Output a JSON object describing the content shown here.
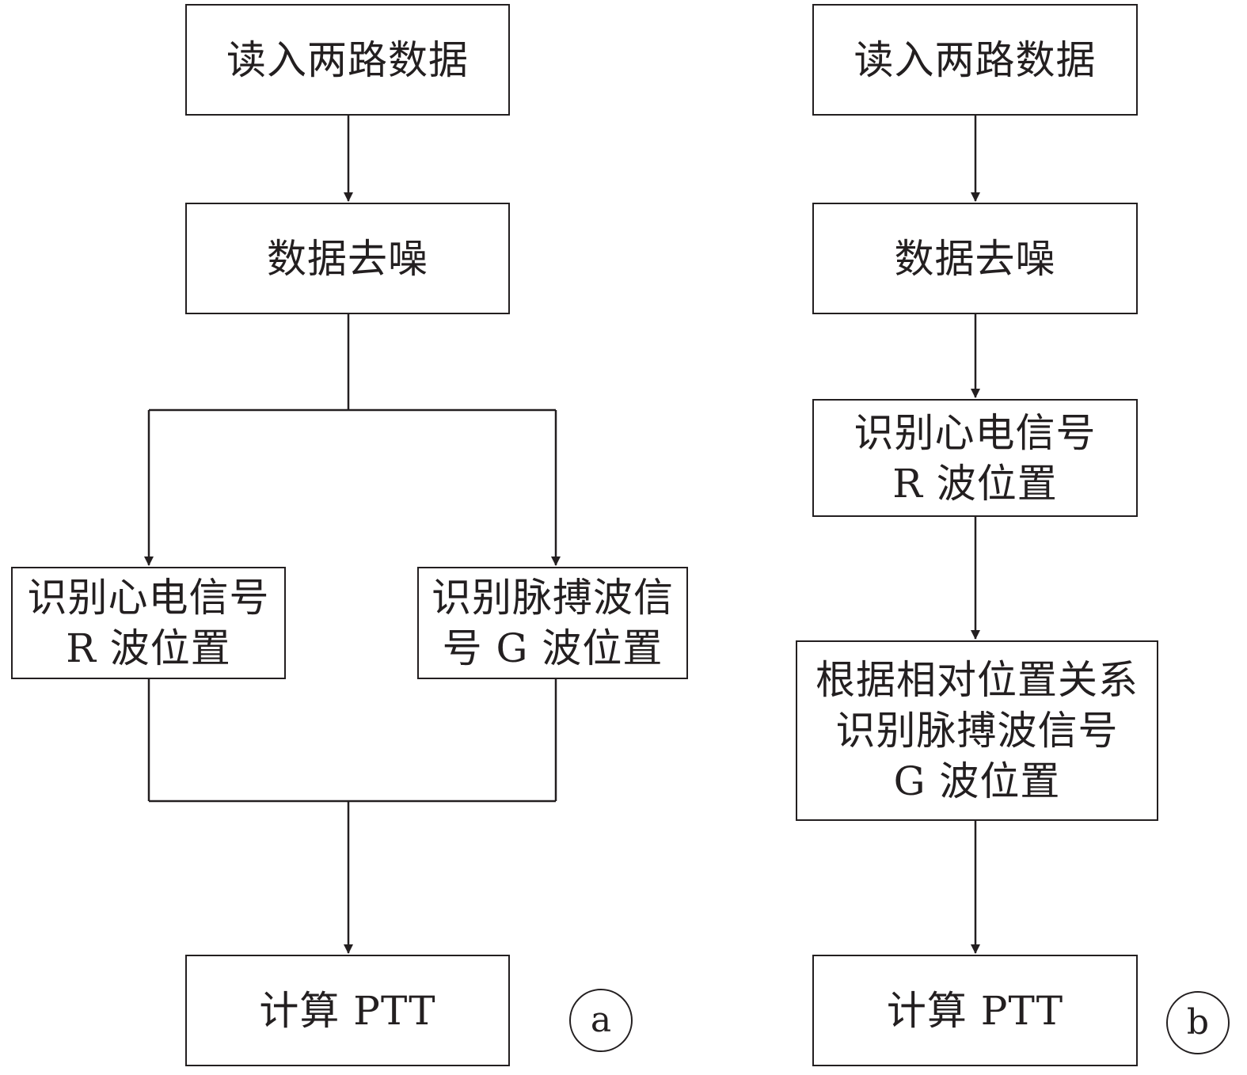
{
  "colors": {
    "stroke": "#231f20",
    "background": "#ffffff"
  },
  "panel_a": {
    "read": "读入两路数据",
    "denoise": "数据去噪",
    "ecg_r": "识别心电信号\nR 波位置",
    "pulse_g": "识别脉搏波信\n号 G 波位置",
    "ptt": "计算 PTT",
    "label": "a"
  },
  "panel_b": {
    "read": "读入两路数据",
    "denoise": "数据去噪",
    "ecg_r": "识别心电信号\nR 波位置",
    "pulse_g": "根据相对位置关系\n识别脉搏波信号\nG 波位置",
    "ptt": "计算 PTT",
    "label": "b"
  }
}
